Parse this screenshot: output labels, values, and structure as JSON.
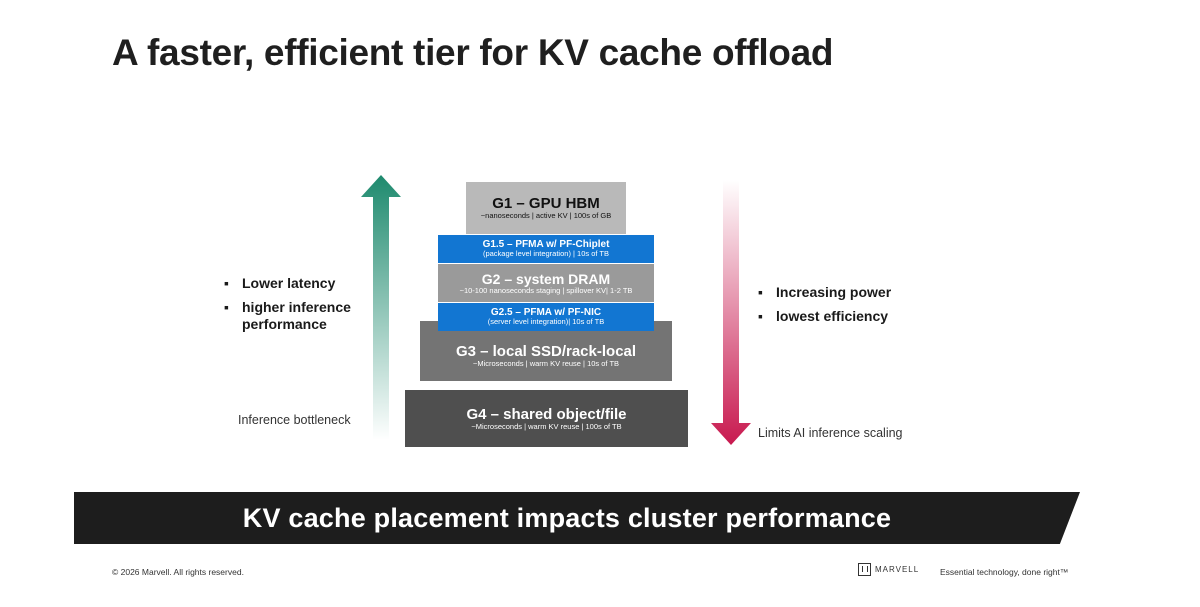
{
  "title": "A faster, efficient tier for KV cache offload",
  "tiers": [
    {
      "name": "G1 – GPU HBM",
      "detail": "~nanoseconds | active KV | 100s of GB",
      "color": "#b9b9b9"
    },
    {
      "name": "G1.5 – PFMA w/ PF-Chiplet",
      "detail": "(package level integration) | 10s of TB",
      "color": "#1276d2"
    },
    {
      "name": "G2 – system DRAM",
      "detail": "~10-100 nanoseconds staging | spillover KV| 1-2 TB",
      "color": "#9a9a9a"
    },
    {
      "name": "G2.5 – PFMA w/ PF-NIC",
      "detail": "(server level integration)| 10s of TB",
      "color": "#1276d2"
    },
    {
      "name": "G3 – local SSD/rack-local",
      "detail": "~Microseconds | warm KV reuse | 10s of TB",
      "color": "#747474"
    },
    {
      "name": "G4 – shared object/file",
      "detail": "~Microseconds | warm KV reuse | 100s of TB",
      "color": "#4f4f4f"
    }
  ],
  "left_side": {
    "bullets": [
      "Lower latency",
      "higher inference performance"
    ],
    "caption": "Inference bottleneck",
    "arrow_color": "#1e8a6e",
    "arrow_icon": "arrow-up-icon"
  },
  "right_side": {
    "bullets": [
      "Increasing power",
      "lowest efficiency"
    ],
    "caption": "Limits AI inference scaling",
    "arrow_color": "#c8194f",
    "arrow_icon": "arrow-down-icon"
  },
  "banner": "KV cache placement impacts cluster performance",
  "footer": {
    "copyright": "© 2026 Marvell. All rights reserved.",
    "logo_text": "MARVELL",
    "tagline": "Essential technology, done right™"
  }
}
